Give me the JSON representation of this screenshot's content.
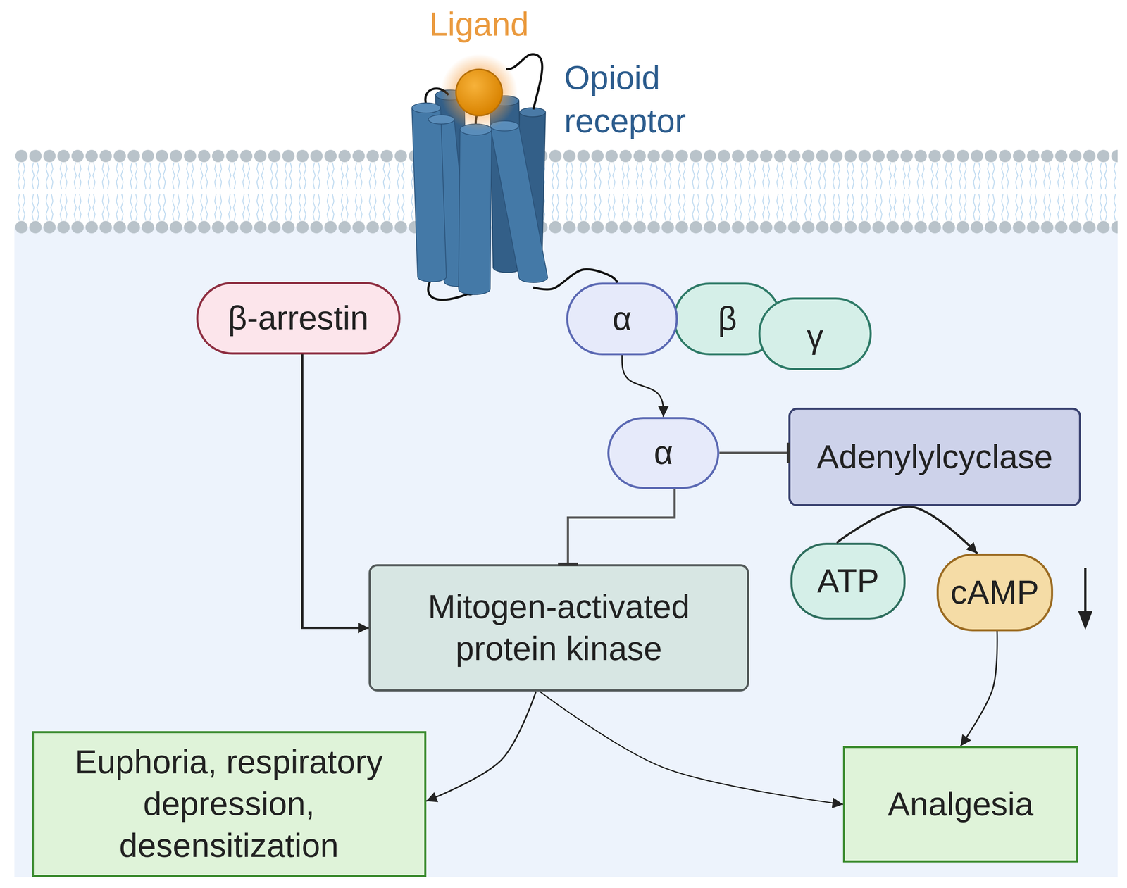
{
  "diagram": {
    "nodes": [
      {
        "text": [
          "Ligand"
        ]
      },
      {
        "text": [
          "Opioid receptor"
        ]
      },
      {
        "text": [
          "β-arrestin"
        ]
      },
      {
        "text": [
          "α"
        ]
      },
      {
        "text": [
          "β"
        ]
      },
      {
        "text": [
          "γ"
        ]
      },
      {
        "text": [
          "α"
        ]
      },
      {
        "text": [
          "Adenylylcyclase"
        ]
      },
      {
        "text": [
          "ATP"
        ]
      },
      {
        "text": [
          "cAMP"
        ]
      },
      {
        "text": [
          "Mitogen-activated protein kinase"
        ]
      },
      {
        "text": [
          "Euphoria, respiratory depression, desensitization"
        ]
      },
      {
        "text": [
          "Analgesia"
        ]
      }
    ],
    "edges": [
      {
        "from": 1,
        "to": 3,
        "arrow": "none"
      },
      {
        "from": 3,
        "to": 6,
        "arrow": "to"
      },
      {
        "from": 6,
        "to": 7,
        "arrow": "to"
      },
      {
        "from": 6,
        "to": 10,
        "arrow": "to"
      },
      {
        "from": 2,
        "to": 10,
        "arrow": "to"
      },
      {
        "from": 8,
        "to": 9,
        "arrow": "to"
      },
      {
        "from": 9,
        "to": 12,
        "arrow": "to"
      },
      {
        "from": 10,
        "to": 11,
        "arrow": "to"
      },
      {
        "from": 10,
        "to": 12,
        "arrow": "to"
      }
    ]
  }
}
